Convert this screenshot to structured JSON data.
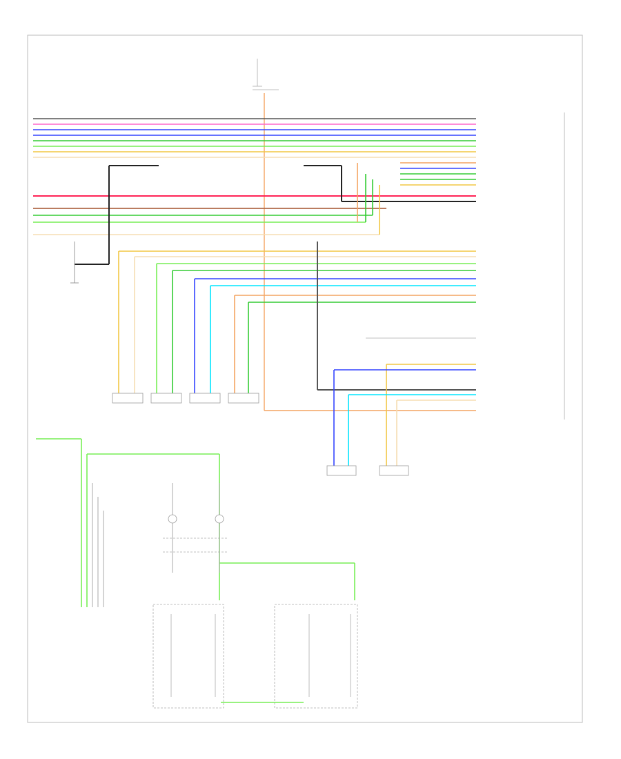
{
  "diagram": {
    "footer_code": "",
    "top_power": {
      "title": "",
      "lines": [
        "",
        "",
        "",
        ""
      ]
    },
    "colors": {
      "orange": "#f4a460",
      "pink": "#ff66cc",
      "blue": "#3344ff",
      "lightblue": "#4fc3f7",
      "green": "#33cc33",
      "yellow": "#f2c744",
      "red": "#ff2255",
      "brown": "#b06a4a",
      "gray": "#555555",
      "black": "#222222",
      "cyan": "#00e5ff",
      "lightgreen": "#77ee55",
      "tan": "#f5deb3",
      "wire_gray": "#999999"
    },
    "radio_module_label": "",
    "left_ground_label": "",
    "speakers": [
      {
        "id": "lf-door",
        "label": ""
      },
      {
        "id": "rf-door",
        "label": ""
      },
      {
        "id": "lr-door",
        "label": ""
      },
      {
        "id": "rr-door",
        "label": ""
      },
      {
        "id": "rr-rear",
        "label": ""
      },
      {
        "id": "lr-rear",
        "label": ""
      }
    ],
    "steering_controls_label": "",
    "left_switch_label": "",
    "right_switch_label": "",
    "middle_component_label": "",
    "right_connector_label": "",
    "small_right_component_label": ""
  }
}
